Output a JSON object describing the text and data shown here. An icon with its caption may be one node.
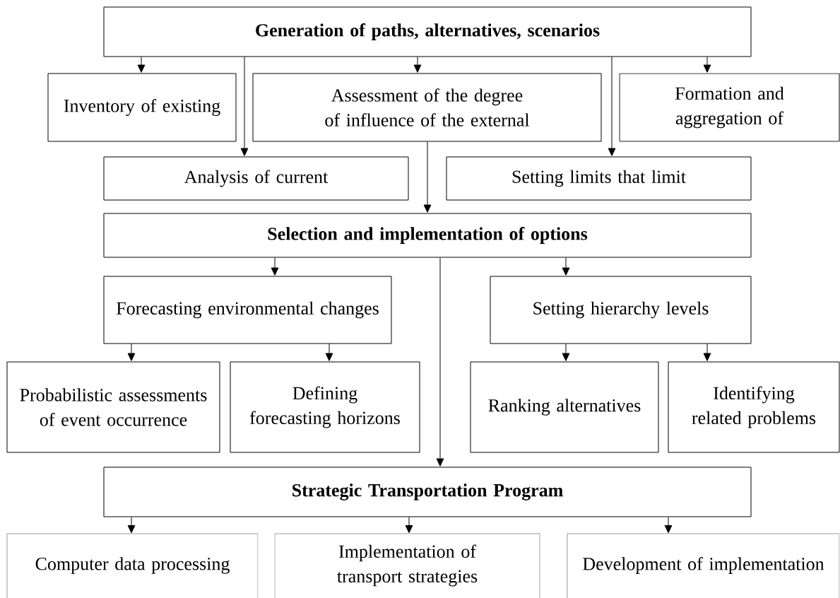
{
  "diagram": {
    "nodes": [
      {
        "text": [
          "Generation of paths, alternatives, scenarios"
        ]
      },
      {
        "text": [
          "Inventory of existing"
        ]
      },
      {
        "text": [
          "Assessment of the degree of influence of the external"
        ]
      },
      {
        "text": [
          "Formation and aggregation of"
        ]
      },
      {
        "text": [
          "Analysis of current"
        ]
      },
      {
        "text": [
          "Setting limits that limit"
        ]
      },
      {
        "text": [
          "Selection and implementation of options"
        ]
      },
      {
        "text": [
          "Forecasting environmental changes"
        ]
      },
      {
        "text": [
          "Setting hierarchy levels"
        ]
      },
      {
        "text": [
          "Probabilistic assessments of event occurrence"
        ]
      },
      {
        "text": [
          "Defining forecasting horizons"
        ]
      },
      {
        "text": [
          "Ranking alternatives"
        ]
      },
      {
        "text": [
          "Identifying related problems"
        ]
      },
      {
        "text": [
          "Strategic Transportation Program"
        ]
      },
      {
        "text": [
          "Computer data processing"
        ]
      },
      {
        "text": [
          "Implementation of transport strategies"
        ]
      },
      {
        "text": [
          "Development of implementation"
        ]
      }
    ],
    "edges": [
      {
        "from": 0,
        "to": 1,
        "arrow": "to"
      },
      {
        "from": 0,
        "to": 4,
        "arrow": "to"
      },
      {
        "from": 0,
        "to": 2,
        "arrow": "to"
      },
      {
        "from": 0,
        "to": 5,
        "arrow": "to"
      },
      {
        "from": 0,
        "to": 3,
        "arrow": "to"
      },
      {
        "from": 2,
        "to": 6,
        "arrow": "to"
      },
      {
        "from": 6,
        "to": 7,
        "arrow": "to"
      },
      {
        "from": 6,
        "to": 13,
        "arrow": "to"
      },
      {
        "from": 6,
        "to": 8,
        "arrow": "to"
      },
      {
        "from": 7,
        "to": 9,
        "arrow": "to"
      },
      {
        "from": 7,
        "to": 10,
        "arrow": "to"
      },
      {
        "from": 8,
        "to": 11,
        "arrow": "to"
      },
      {
        "from": 8,
        "to": 12,
        "arrow": "to"
      },
      {
        "from": 13,
        "to": 14,
        "arrow": "to"
      },
      {
        "from": 13,
        "to": 15,
        "arrow": "to"
      },
      {
        "from": 13,
        "to": 16,
        "arrow": "to"
      }
    ]
  }
}
